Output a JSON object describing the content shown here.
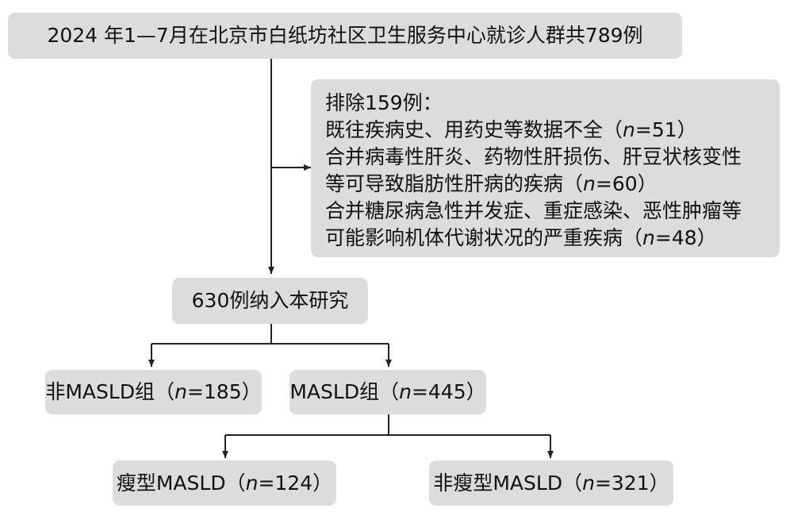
{
  "nodes": {
    "top": {
      "text": "2024 年1—7月在北京市白纸坊社区卫生服务中心就诊人群共789例"
    },
    "exclusion": {
      "title": "排除159例：",
      "items": [
        {
          "pre": "既往疾病史、用药史等数据不全（",
          "n": "n",
          "post": "=51）"
        },
        {
          "pre": "合并病毒性肝炎、药物性肝损伤、肝豆状核变性",
          "n": "",
          "post": ""
        },
        {
          "pre": "等可导致脂肪性肝病的疾病（",
          "n": "n",
          "post": "=60）"
        },
        {
          "pre": "合并糖尿病急性并发症、重症感染、恶性肿瘤等",
          "n": "",
          "post": ""
        },
        {
          "pre": "可能影响机体代谢状况的严重疾病（",
          "n": "n",
          "post": "=48）"
        }
      ]
    },
    "included": {
      "text": "630例纳入本研究"
    },
    "non_masld": {
      "pre": "非MASLD组（",
      "n": "n",
      "post": "=185）"
    },
    "masld": {
      "pre": "MASLD组（",
      "n": "n",
      "post": "=445）"
    },
    "lean": {
      "pre": "瘦型MASLD（",
      "n": "n",
      "post": "=124）"
    },
    "non_lean": {
      "pre": "非瘦型MASLD（",
      "n": "n",
      "post": "=321）"
    }
  },
  "colors": {
    "box_fill": "#dcdcdc",
    "line": "#222222",
    "text": "#111111"
  }
}
